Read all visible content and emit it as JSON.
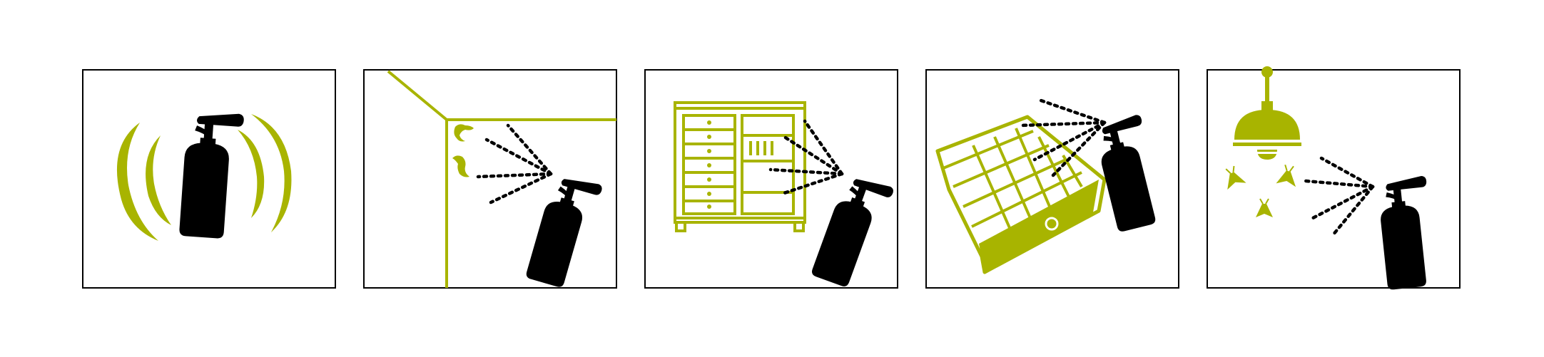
{
  "colors": {
    "accent": "#a8b400",
    "ink": "#000000",
    "background": "#ffffff",
    "frame": "#000000"
  },
  "panels": [
    {
      "name": "panel-shake-bottle",
      "icons": [
        "spray-bottle-icon",
        "shake-motion-icon"
      ]
    },
    {
      "name": "panel-spray-room-corner",
      "icons": [
        "room-corner-icon",
        "larva-icon",
        "spray-bottle-icon",
        "spray-mist-icon"
      ]
    },
    {
      "name": "panel-spray-wardrobe",
      "icons": [
        "wardrobe-icon",
        "spray-bottle-icon",
        "spray-mist-icon"
      ]
    },
    {
      "name": "panel-spray-drawer",
      "icons": [
        "drawer-icon",
        "spray-bottle-icon",
        "spray-mist-icon"
      ]
    },
    {
      "name": "panel-spray-flying-moths",
      "icons": [
        "ceiling-lamp-icon",
        "moth-icon",
        "spray-bottle-icon",
        "spray-mist-icon"
      ]
    }
  ]
}
